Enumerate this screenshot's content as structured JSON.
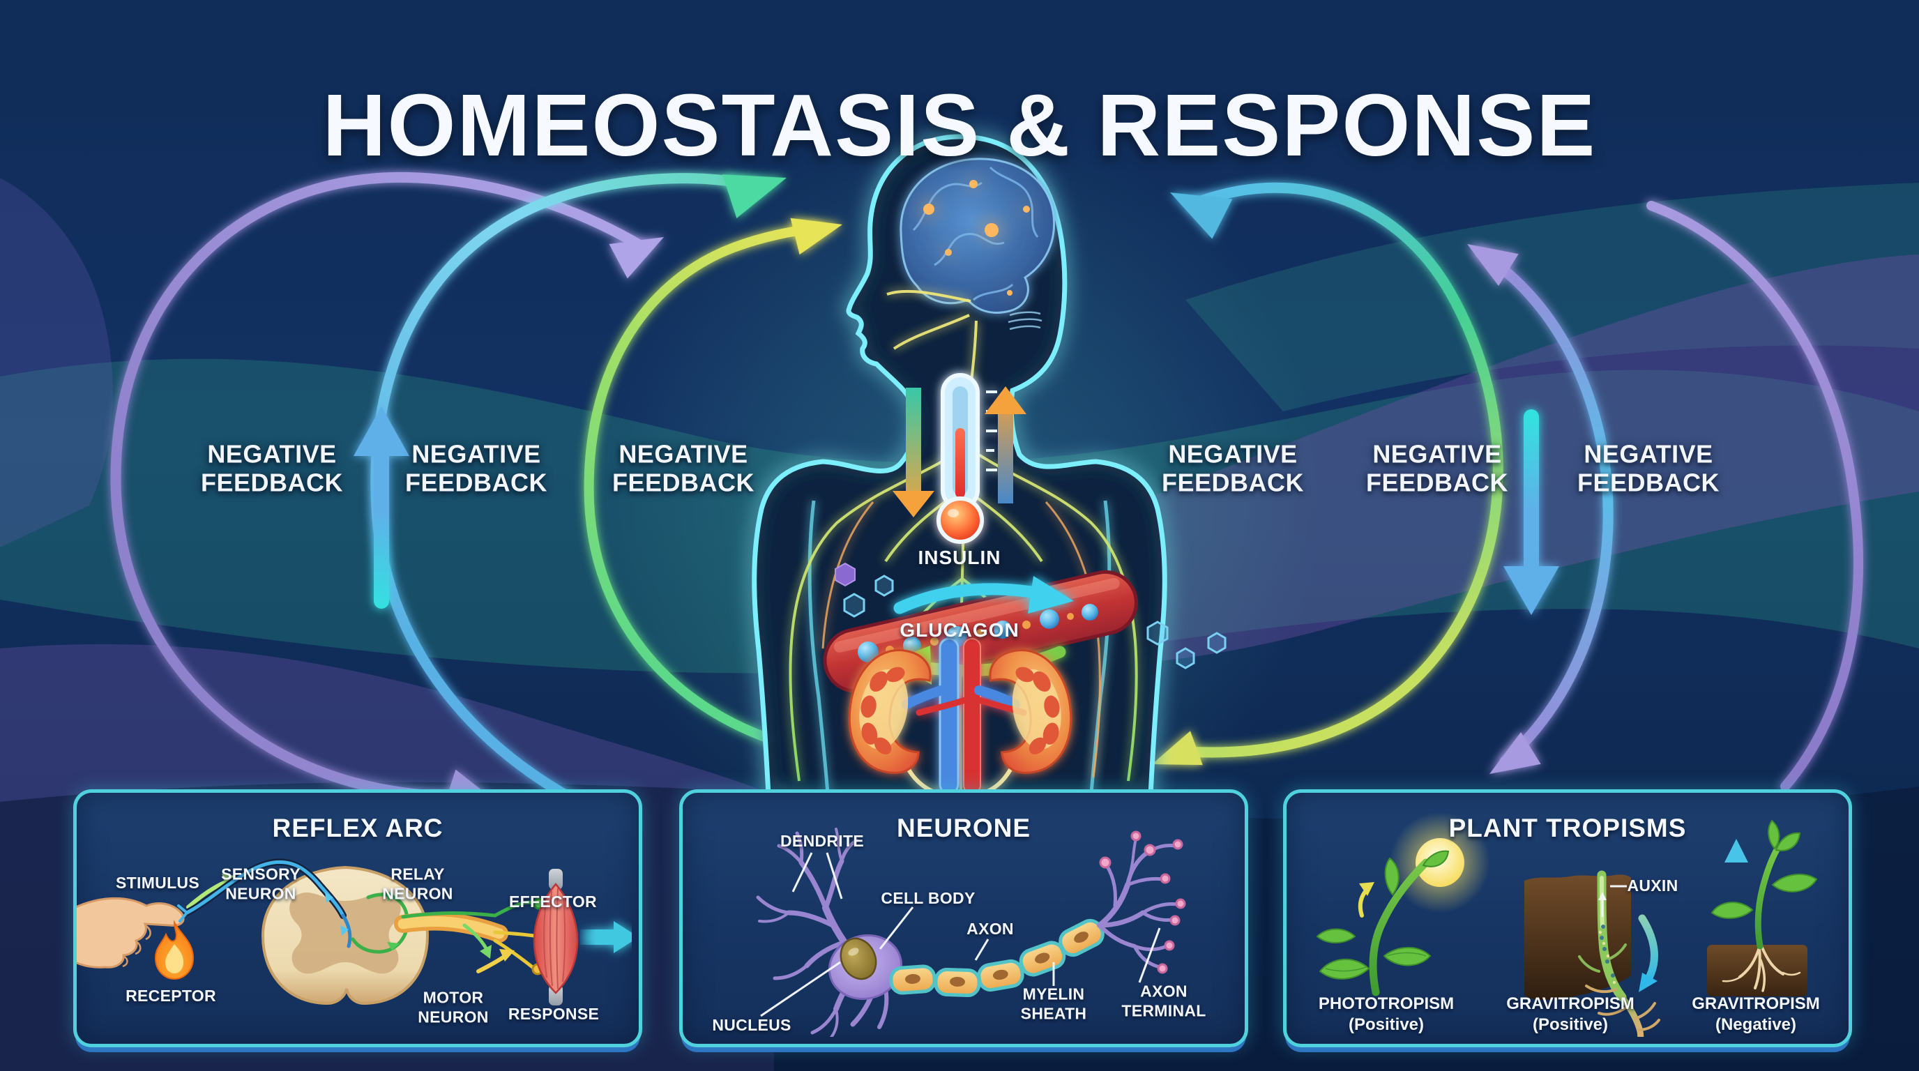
{
  "title": "HOMEOSTASIS & RESPONSE",
  "feedback": {
    "labels": [
      {
        "text": "NEGATIVE FEEDBACK"
      },
      {
        "text": "NEGATIVE FEEDBACK"
      },
      {
        "text": "NEGATIVE FEEDBACK"
      },
      {
        "text": "NEGATIVE FEEDBACK"
      },
      {
        "text": "NEGATIVE FEEDBACK"
      },
      {
        "text": "NEGATIVE FEEDBACK"
      }
    ]
  },
  "body": {
    "insulin_label": "INSULIN",
    "glucagon_label": "GLUCAGON"
  },
  "panels": {
    "reflex_arc": {
      "title": "REFLEX ARC",
      "labels": {
        "stimulus": "STIMULUS",
        "sensory_neuron": "SENSORY NEURON",
        "relay_neuron": "RELAY NEURON",
        "effector": "EFFECTOR",
        "receptor": "RECEPTOR",
        "motor_neuron": "MOTOR NEURON",
        "response": "RESPONSE"
      }
    },
    "neurone": {
      "title": "NEURONE",
      "labels": {
        "dendrite": "DENDRITE",
        "cell_body": "CELL BODY",
        "axon": "AXON",
        "nucleus": "NUCLEUS",
        "myelin_sheath": "MYELIN SHEATH",
        "axon_terminal": "AXON TERMINAL"
      }
    },
    "plant_tropisms": {
      "title": "PLANT TROPISMS",
      "labels": {
        "auxin": "AUXIN",
        "phototropism": "PHOTOTROPISM",
        "phototropism_sign": "(Positive)",
        "gravitropism_positive": "GRAVITROPISM",
        "gravitropism_positive_sign": "(Positive)",
        "gravitropism_negative": "GRAVITROPISM",
        "gravitropism_negative_sign": "(Negative)"
      }
    }
  },
  "colors": {
    "background_navy": "#112e5c",
    "panel_background": "#173563",
    "panel_border": "#4fd2de",
    "arc_purple": "#a094de",
    "arc_blue": "#64bbea",
    "arc_green": "#4ed898",
    "arc_yellow": "#e9e464",
    "body_outline_cyan": "#7deefc",
    "vessel_red": "#cf4040",
    "insulin_arrow_cyan": "#3fd1ee",
    "glucagon_arrow_green": "#a6e05a",
    "flame_orange": "#ff9030",
    "sun_yellow": "#f8e060"
  }
}
